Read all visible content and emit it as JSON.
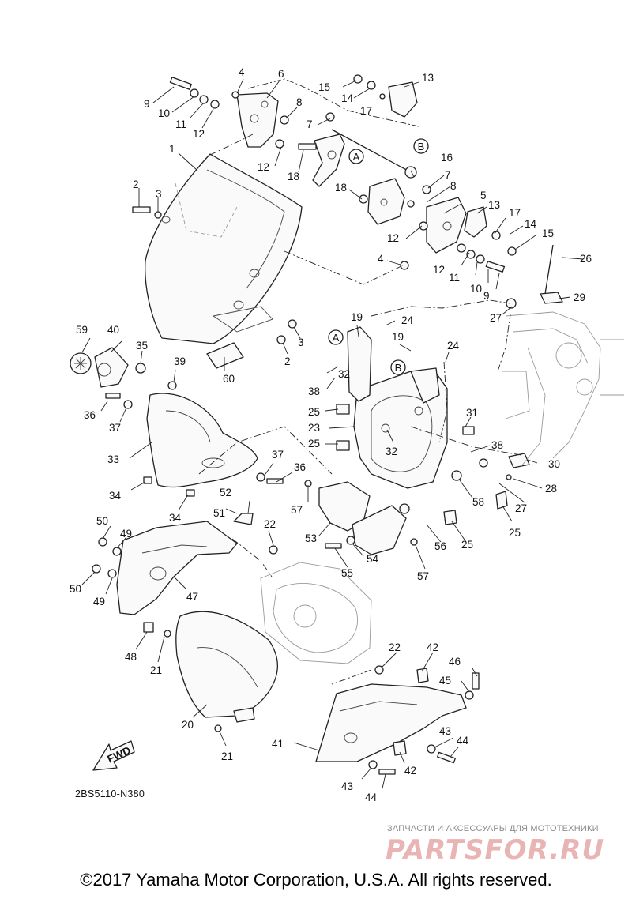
{
  "diagram": {
    "drawing_code": "2BS5110-N380",
    "direction_marker": "FWD",
    "callouts": [
      "1",
      "2",
      "3",
      "4",
      "5",
      "6",
      "7",
      "8",
      "9",
      "10",
      "11",
      "12",
      "13",
      "14",
      "15",
      "16",
      "17",
      "18",
      "19",
      "20",
      "21",
      "22",
      "23",
      "24",
      "25",
      "26",
      "27",
      "28",
      "29",
      "30",
      "31",
      "32",
      "33",
      "34",
      "35",
      "36",
      "37",
      "38",
      "39",
      "40",
      "41",
      "42",
      "43",
      "44",
      "45",
      "46",
      "47",
      "48",
      "49",
      "50",
      "51",
      "52",
      "53",
      "54",
      "55",
      "56",
      "57",
      "58",
      "59",
      "60"
    ],
    "reference_letters": [
      "A",
      "B"
    ]
  },
  "watermark": {
    "subtitle": "ЗАПЧАСТИ И АКСЕССУАРЫ ДЛЯ МОТОТЕХНИКИ",
    "brand": "PARTSFOR.RU"
  },
  "copyright": "©2017 Yamaha Motor Corporation, U.S.A. All rights reserved."
}
